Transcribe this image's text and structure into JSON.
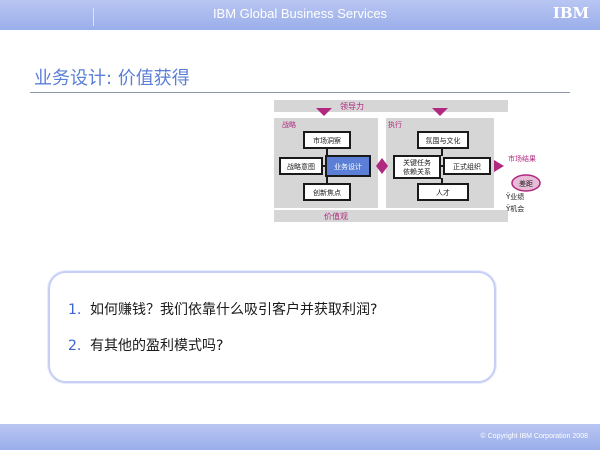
{
  "header": {
    "title": "IBM Global Business Services",
    "logo_text": "IBM"
  },
  "slide": {
    "title": "业务设计: 价值获得"
  },
  "diagram": {
    "top_label": "领导力",
    "bottom_label": "价值观",
    "left_panel_label": "战略",
    "right_panel_label": "执行",
    "strategy_nodes": {
      "top": "市场洞察",
      "left": "战略意图",
      "center": "业务设计",
      "bottom": "创新焦点"
    },
    "execution_nodes": {
      "top": "氛围与文化",
      "left_line1": "关键任务",
      "left_line2": "依赖关系",
      "right": "正式组织",
      "bottom": "人才"
    },
    "results": {
      "label": "市场结果",
      "gap": "差距",
      "item1": "Ÿ业绩",
      "item2": "Ÿ机会"
    },
    "colors": {
      "panel": "#d6d6d6",
      "accent": "#b0287f",
      "highlight": "#5b7fd6",
      "gap_fill": "#e7bcd6"
    }
  },
  "questions": [
    {
      "num": "1.",
      "text": "如何赚钱？我们依靠什么吸引客户并获取利润?"
    },
    {
      "num": "2.",
      "text": "有其他的盈利模式吗?"
    }
  ],
  "footer": {
    "copyright": "© Copyright IBM Corporation 2008"
  }
}
